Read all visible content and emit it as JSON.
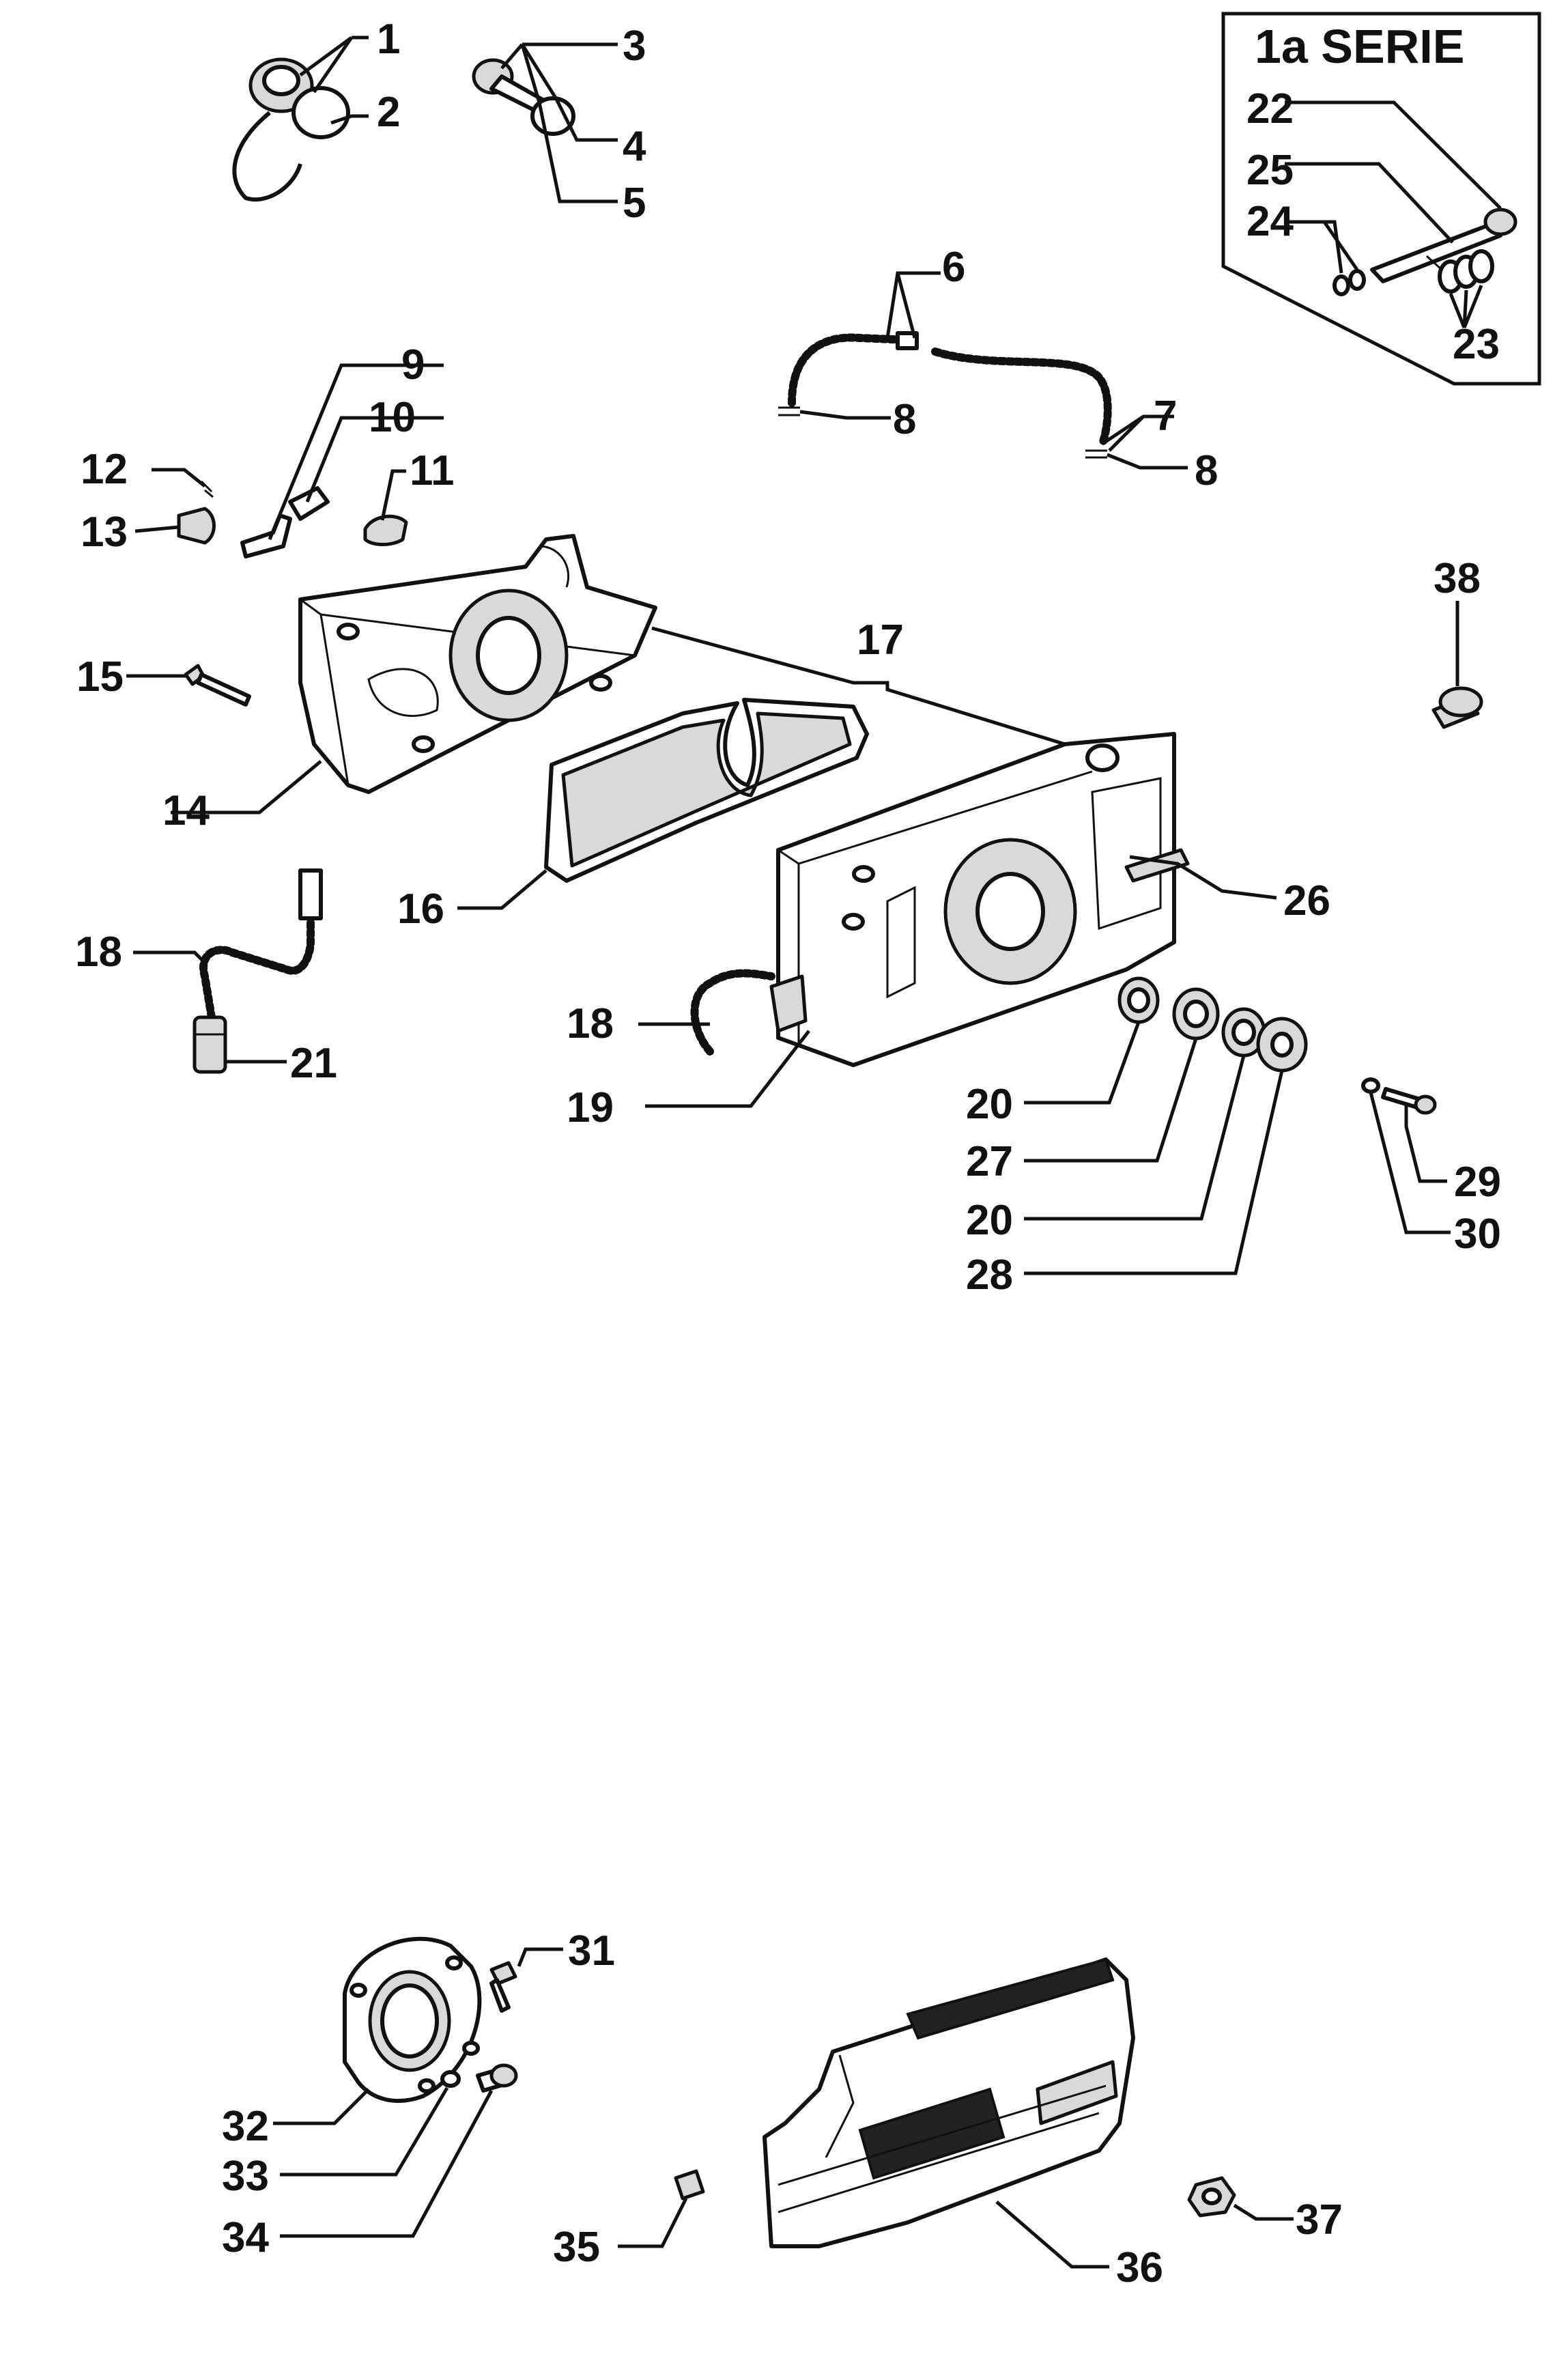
{
  "inset_title": "1a  SERIE",
  "callouts": {
    "n1": "1",
    "n2": "2",
    "n3": "3",
    "n4": "4",
    "n5": "5",
    "n6": "6",
    "n7": "7",
    "n8a": "8",
    "n8b": "8",
    "n9": "9",
    "n10": "10",
    "n11": "11",
    "n12": "12",
    "n13": "13",
    "n14": "14",
    "n15": "15",
    "n16": "16",
    "n17": "17",
    "n18a": "18",
    "n18b": "18",
    "n19": "19",
    "n20a": "20",
    "n20b": "20",
    "n21": "21",
    "n22": "22",
    "n23": "23",
    "n24": "24",
    "n25": "25",
    "n26": "26",
    "n27": "27",
    "n28": "28",
    "n29": "29",
    "n30": "30",
    "n31": "31",
    "n32": "32",
    "n33": "33",
    "n34": "34",
    "n35": "35",
    "n36": "36",
    "n37": "37",
    "n38": "38"
  }
}
